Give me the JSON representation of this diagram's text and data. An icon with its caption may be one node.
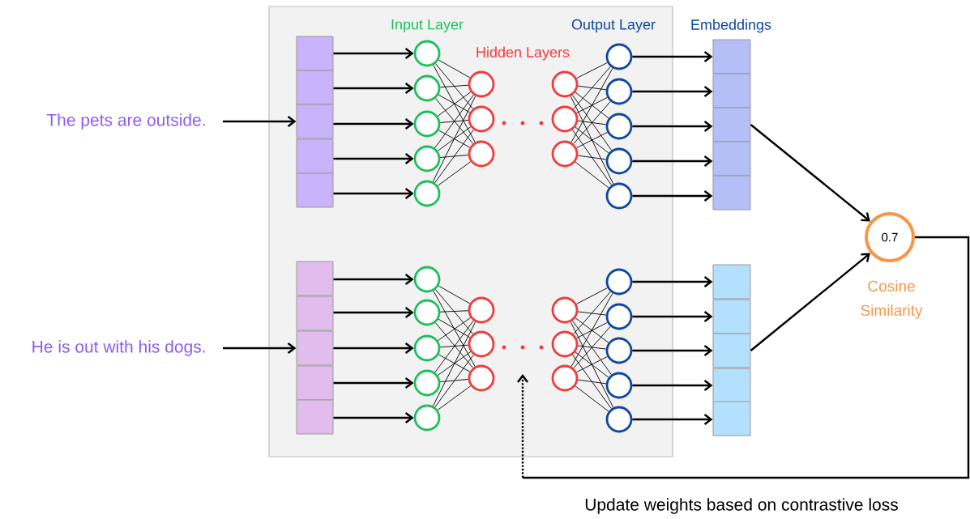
{
  "diagram": {
    "nodes": [
      {
        "text": [],
        "shape": "box"
      },
      {
        "text": [
          "The pets are outside."
        ]
      },
      {
        "text": [],
        "shape": "box",
        "in": 0
      },
      {
        "text": [],
        "shape": "box",
        "in": 0
      },
      {
        "text": [],
        "shape": "box",
        "in": 0
      },
      {
        "text": [],
        "shape": "box",
        "in": 0
      },
      {
        "text": [],
        "shape": "box",
        "in": 0
      },
      {
        "text": [],
        "shape": "circle",
        "in": 0
      },
      {
        "text": [],
        "shape": "circle",
        "in": 0
      },
      {
        "text": [],
        "shape": "circle",
        "in": 0
      },
      {
        "text": [],
        "shape": "circle",
        "in": 0
      },
      {
        "text": [],
        "shape": "circle",
        "in": 0
      },
      {
        "text": [],
        "shape": "circle",
        "in": 0
      },
      {
        "text": [],
        "shape": "circle",
        "in": 0
      },
      {
        "text": [],
        "shape": "circle",
        "in": 0
      },
      {
        "text": [],
        "shape": "circle",
        "in": 0
      },
      {
        "text": [],
        "shape": "circle",
        "in": 0
      },
      {
        "text": [],
        "shape": "circle",
        "in": 0
      },
      {
        "text": [],
        "shape": "circle",
        "in": 0
      },
      {
        "text": [],
        "shape": "circle",
        "in": 0
      },
      {
        "text": [],
        "shape": "circle",
        "in": 0
      },
      {
        "text": [],
        "shape": "circle",
        "in": 0
      },
      {
        "text": [],
        "shape": "circle",
        "in": 0
      },
      {
        "text": [],
        "shape": "box"
      },
      {
        "text": [],
        "shape": "box"
      },
      {
        "text": [],
        "shape": "box"
      },
      {
        "text": [],
        "shape": "box"
      },
      {
        "text": [],
        "shape": "box"
      },
      {
        "text": [
          "He is out with his dogs."
        ]
      },
      {
        "text": [],
        "shape": "box",
        "in": 0
      },
      {
        "text": [],
        "shape": "box",
        "in": 0
      },
      {
        "text": [],
        "shape": "box",
        "in": 0
      },
      {
        "text": [],
        "shape": "box",
        "in": 0
      },
      {
        "text": [],
        "shape": "box",
        "in": 0
      },
      {
        "text": [],
        "shape": "circle",
        "in": 0
      },
      {
        "text": [],
        "shape": "circle",
        "in": 0
      },
      {
        "text": [],
        "shape": "circle",
        "in": 0
      },
      {
        "text": [],
        "shape": "circle",
        "in": 0
      },
      {
        "text": [],
        "shape": "circle",
        "in": 0
      },
      {
        "text": [],
        "shape": "circle",
        "in": 0
      },
      {
        "text": [],
        "shape": "circle",
        "in": 0
      },
      {
        "text": [],
        "shape": "circle",
        "in": 0
      },
      {
        "text": [],
        "shape": "circle",
        "in": 0
      },
      {
        "text": [],
        "shape": "circle",
        "in": 0
      },
      {
        "text": [],
        "shape": "circle",
        "in": 0
      },
      {
        "text": [],
        "shape": "circle",
        "in": 0
      },
      {
        "text": [],
        "shape": "circle",
        "in": 0
      },
      {
        "text": [],
        "shape": "circle",
        "in": 0
      },
      {
        "text": [],
        "shape": "circle",
        "in": 0
      },
      {
        "text": [],
        "shape": "circle",
        "in": 0
      },
      {
        "text": [],
        "shape": "box"
      },
      {
        "text": [],
        "shape": "box"
      },
      {
        "text": [],
        "shape": "box"
      },
      {
        "text": [],
        "shape": "box"
      },
      {
        "text": [],
        "shape": "box"
      },
      {
        "text": [
          "0.7"
        ],
        "beside": [
          "Cosine Similarity"
        ]
      }
    ],
    "edges": [
      {
        "from": 1,
        "to": 4,
        "arrow": "to"
      },
      {
        "from": 2,
        "to": 7,
        "arrow": "to"
      },
      {
        "from": 3,
        "to": 8,
        "arrow": "to"
      },
      {
        "from": 4,
        "to": 9,
        "arrow": "to"
      },
      {
        "from": 5,
        "to": 10,
        "arrow": "to"
      },
      {
        "from": 6,
        "to": 11,
        "arrow": "to"
      },
      {
        "from": 7,
        "to": 12,
        "arrow": "none"
      },
      {
        "from": 7,
        "to": 13,
        "arrow": "none"
      },
      {
        "from": 7,
        "to": 14,
        "arrow": "none"
      },
      {
        "from": 8,
        "to": 12,
        "arrow": "none"
      },
      {
        "from": 8,
        "to": 13,
        "arrow": "none"
      },
      {
        "from": 8,
        "to": 14,
        "arrow": "none"
      },
      {
        "from": 9,
        "to": 12,
        "arrow": "none"
      },
      {
        "from": 9,
        "to": 13,
        "arrow": "none"
      },
      {
        "from": 9,
        "to": 14,
        "arrow": "none"
      },
      {
        "from": 10,
        "to": 12,
        "arrow": "none"
      },
      {
        "from": 10,
        "to": 13,
        "arrow": "none"
      },
      {
        "from": 10,
        "to": 14,
        "arrow": "none"
      },
      {
        "from": 11,
        "to": 12,
        "arrow": "none"
      },
      {
        "from": 11,
        "to": 13,
        "arrow": "none"
      },
      {
        "from": 11,
        "to": 14,
        "arrow": "none"
      },
      {
        "from": 15,
        "to": 18,
        "arrow": "none"
      },
      {
        "from": 15,
        "to": 19,
        "arrow": "none"
      },
      {
        "from": 15,
        "to": 20,
        "arrow": "none"
      },
      {
        "from": 15,
        "to": 21,
        "arrow": "none"
      },
      {
        "from": 15,
        "to": 22,
        "arrow": "none"
      },
      {
        "from": 16,
        "to": 18,
        "arrow": "none"
      },
      {
        "from": 16,
        "to": 19,
        "arrow": "none"
      },
      {
        "from": 16,
        "to": 20,
        "arrow": "none"
      },
      {
        "from": 16,
        "to": 21,
        "arrow": "none"
      },
      {
        "from": 16,
        "to": 22,
        "arrow": "none"
      },
      {
        "from": 17,
        "to": 18,
        "arrow": "none"
      },
      {
        "from": 17,
        "to": 19,
        "arrow": "none"
      },
      {
        "from": 17,
        "to": 20,
        "arrow": "none"
      },
      {
        "from": 17,
        "to": 21,
        "arrow": "none"
      },
      {
        "from": 17,
        "to": 22,
        "arrow": "none"
      },
      {
        "from": 18,
        "to": 23,
        "arrow": "to"
      },
      {
        "from": 19,
        "to": 24,
        "arrow": "to"
      },
      {
        "from": 20,
        "to": 25,
        "arrow": "to"
      },
      {
        "from": 21,
        "to": 26,
        "arrow": "to"
      },
      {
        "from": 22,
        "to": 27,
        "arrow": "to"
      },
      {
        "from": 28,
        "to": 31,
        "arrow": "to"
      },
      {
        "from": 29,
        "to": 34,
        "arrow": "to"
      },
      {
        "from": 30,
        "to": 35,
        "arrow": "to"
      },
      {
        "from": 31,
        "to": 36,
        "arrow": "to"
      },
      {
        "from": 32,
        "to": 37,
        "arrow": "to"
      },
      {
        "from": 33,
        "to": 38,
        "arrow": "to"
      },
      {
        "from": 34,
        "to": 39,
        "arrow": "none"
      },
      {
        "from": 34,
        "to": 40,
        "arrow": "none"
      },
      {
        "from": 34,
        "to": 41,
        "arrow": "none"
      },
      {
        "from": 35,
        "to": 39,
        "arrow": "none"
      },
      {
        "from": 35,
        "to": 40,
        "arrow": "none"
      },
      {
        "from": 35,
        "to": 41,
        "arrow": "none"
      },
      {
        "from": 36,
        "to": 39,
        "arrow": "none"
      },
      {
        "from": 36,
        "to": 40,
        "arrow": "none"
      },
      {
        "from": 36,
        "to": 41,
        "arrow": "none"
      },
      {
        "from": 37,
        "to": 39,
        "arrow": "none"
      },
      {
        "from": 37,
        "to": 40,
        "arrow": "none"
      },
      {
        "from": 37,
        "to": 41,
        "arrow": "none"
      },
      {
        "from": 38,
        "to": 39,
        "arrow": "none"
      },
      {
        "from": 38,
        "to": 40,
        "arrow": "none"
      },
      {
        "from": 38,
        "to": 41,
        "arrow": "none"
      },
      {
        "from": 42,
        "to": 45,
        "arrow": "none"
      },
      {
        "from": 42,
        "to": 46,
        "arrow": "none"
      },
      {
        "from": 42,
        "to": 47,
        "arrow": "none"
      },
      {
        "from": 42,
        "to": 48,
        "arrow": "none"
      },
      {
        "from": 42,
        "to": 49,
        "arrow": "none"
      },
      {
        "from": 43,
        "to": 45,
        "arrow": "none"
      },
      {
        "from": 43,
        "to": 46,
        "arrow": "none"
      },
      {
        "from": 43,
        "to": 47,
        "arrow": "none"
      },
      {
        "from": 43,
        "to": 48,
        "arrow": "none"
      },
      {
        "from": 43,
        "to": 49,
        "arrow": "none"
      },
      {
        "from": 44,
        "to": 45,
        "arrow": "none"
      },
      {
        "from": 44,
        "to": 46,
        "arrow": "none"
      },
      {
        "from": 44,
        "to": 47,
        "arrow": "none"
      },
      {
        "from": 44,
        "to": 48,
        "arrow": "none"
      },
      {
        "from": 44,
        "to": 49,
        "arrow": "none"
      },
      {
        "from": 45,
        "to": 50,
        "arrow": "to"
      },
      {
        "from": 46,
        "to": 51,
        "arrow": "to"
      },
      {
        "from": 47,
        "to": 52,
        "arrow": "to"
      },
      {
        "from": 48,
        "to": 53,
        "arrow": "to"
      },
      {
        "from": 49,
        "to": 54,
        "arrow": "to"
      },
      {
        "from": 25,
        "to": 55,
        "arrow": "to"
      },
      {
        "from": 52,
        "to": 55,
        "arrow": "to"
      },
      {
        "from": 55,
        "to": null,
        "arrow": "to",
        "label": "Update weights based on contrastive loss"
      }
    ],
    "labels": [
      "Input Layer",
      "Hidden Layers",
      "Output Layer",
      "Embeddings"
    ]
  }
}
